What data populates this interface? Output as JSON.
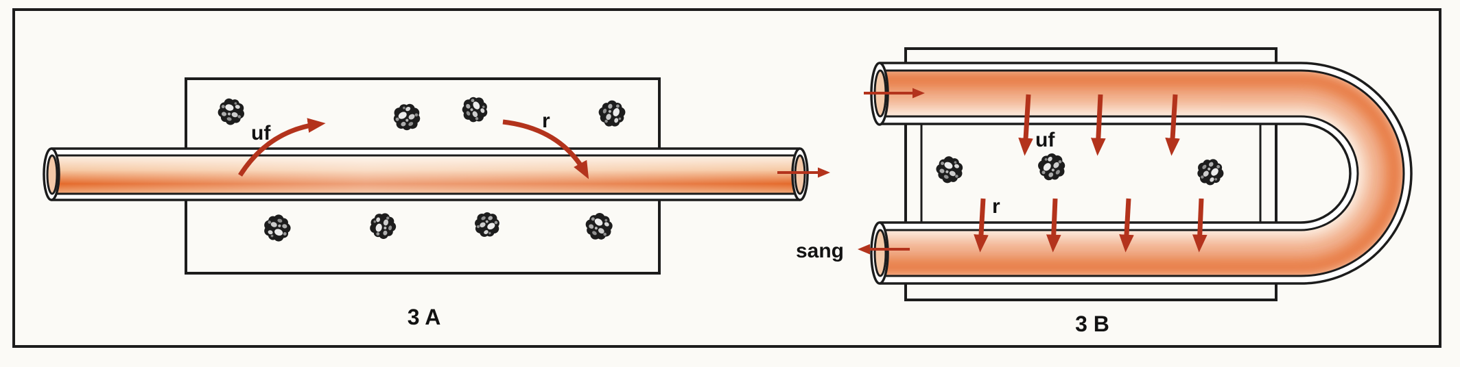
{
  "panel_a": {
    "panel_label": "3 A",
    "uf_label": "uf",
    "r_label": "r"
  },
  "panel_b": {
    "panel_label": "3 B",
    "uf_label": "uf",
    "r_label": "r",
    "outlet_label": "sang"
  },
  "colors": {
    "background": "#fbfaf6",
    "outline": "#1c1c1c",
    "arrow": "#b3331c",
    "lumen_orange": "#e4692a",
    "lumen_light": "#fdf1e6",
    "cell_dark": "#1d1d1d",
    "cell_highlight": "#ececec"
  }
}
